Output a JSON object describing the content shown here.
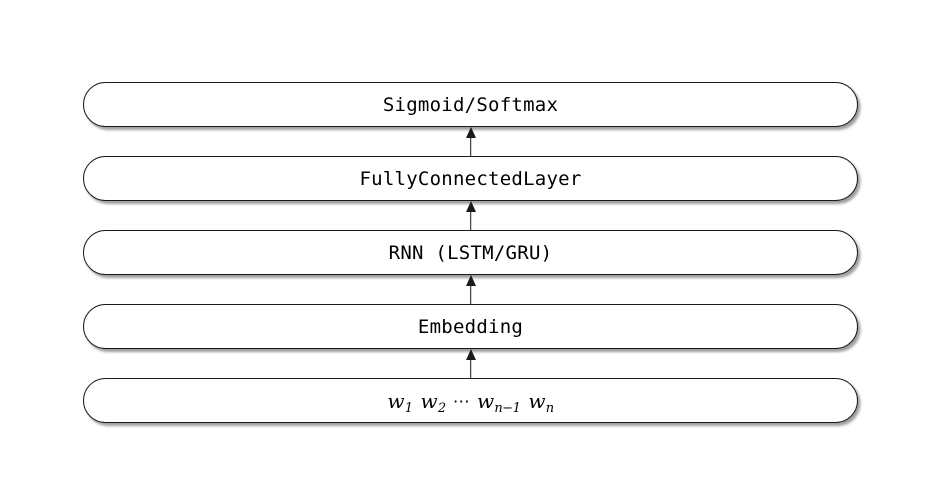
{
  "diagram": {
    "description": "Stacked RNN text-classification architecture, data flows bottom to top",
    "layers": [
      {
        "label": "Sigmoid/Softmax"
      },
      {
        "label": "FullyConnectedLayer"
      },
      {
        "label": "RNN (LSTM/GRU)"
      },
      {
        "label": "Embedding"
      }
    ],
    "input_layer": {
      "tokens": [
        {
          "base": "w",
          "sub": "1"
        },
        {
          "base": "w",
          "sub": "2"
        },
        {
          "base": "⋯",
          "sub": ""
        },
        {
          "base": "w",
          "sub": "n−1"
        },
        {
          "base": "w",
          "sub": "n"
        }
      ]
    },
    "colors": {
      "background": "#ffffff",
      "box_fill": "#ffffff",
      "box_border": "#1a1a1a",
      "text": "#000000",
      "shadow": "rgba(0,0,0,0.38)"
    }
  }
}
